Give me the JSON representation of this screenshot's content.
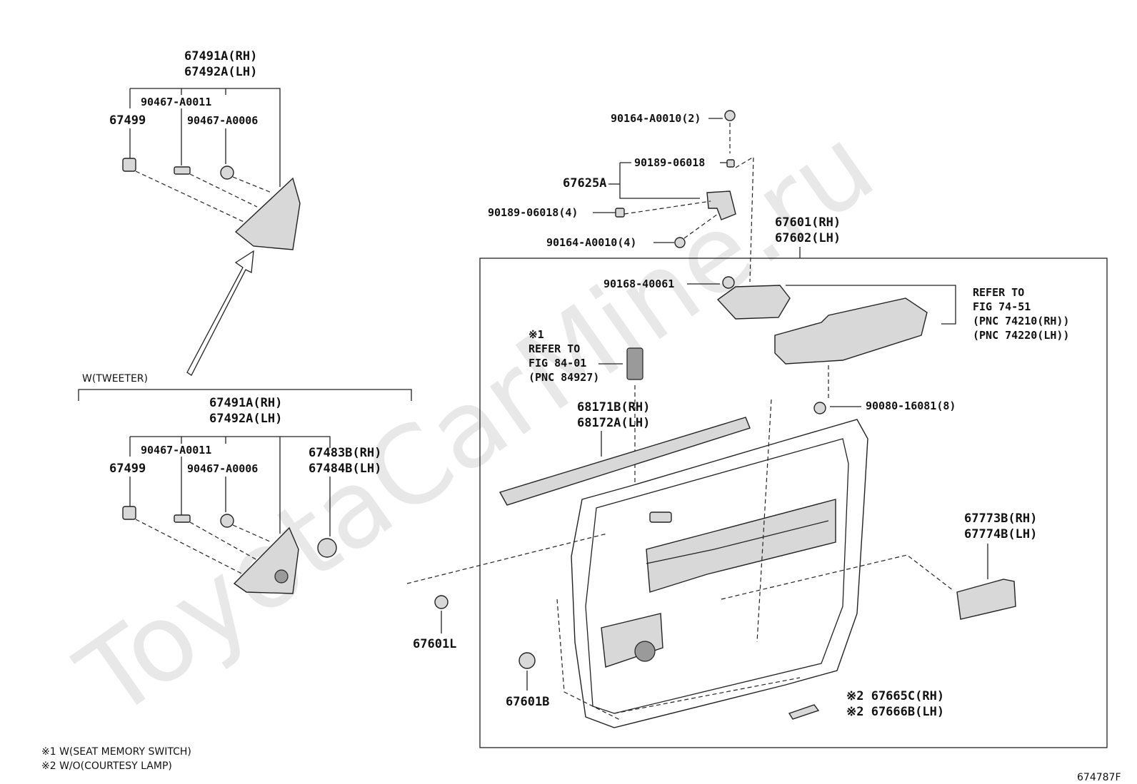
{
  "watermark": "ToyotaCarMine.ru",
  "figure_code": "674787F",
  "footnotes": [
    "※1 W(SEAT MEMORY SWITCH)",
    "※2 W/O(COURTESY LAMP)"
  ],
  "top_group": {
    "title_rh": "67491A(RH)",
    "title_lh": "67492A(LH)",
    "part_a": "90467-A0011",
    "part_b": "67499",
    "part_c": "90467-A0006"
  },
  "tweeter_group": {
    "condition": "W(TWEETER)",
    "title_rh": "67491A(RH)",
    "title_lh": "67492A(LH)",
    "part_a": "90467-A0011",
    "part_b": "67499",
    "part_c": "90467-A0006",
    "speaker_rh": "67483B(RH)",
    "speaker_lh": "67484B(LH)"
  },
  "bracket_group": {
    "screw_top": "90164-A0010(2)",
    "nut_top": "90189-06018",
    "bracket": "67625A",
    "nut_4": "90189-06018(4)",
    "screw_4": "90164-A0010(4)"
  },
  "panel": {
    "title_rh": "67601(RH)",
    "title_lh": "67602(LH)",
    "clip": "90168-40061",
    "armrest_ref": [
      "REFER TO",
      "FIG 74-51",
      "(PNC 74210(RH))",
      "(PNC 74220(LH))"
    ],
    "switch_ref": [
      "※1",
      "REFER TO",
      "FIG 84-01",
      "(PNC 84927)"
    ],
    "moulding_rh": "68171B(RH)",
    "moulding_lh": "68172A(LH)",
    "screw_8": "90080-16081(8)",
    "pocket_rh": "67773B(RH)",
    "pocket_lh": "67774B(LH)",
    "clip_l": "67601L",
    "clip_b": "67601B",
    "lamp_rh": "※2 67665C(RH)",
    "lamp_lh": "※2 67666B(LH)"
  }
}
